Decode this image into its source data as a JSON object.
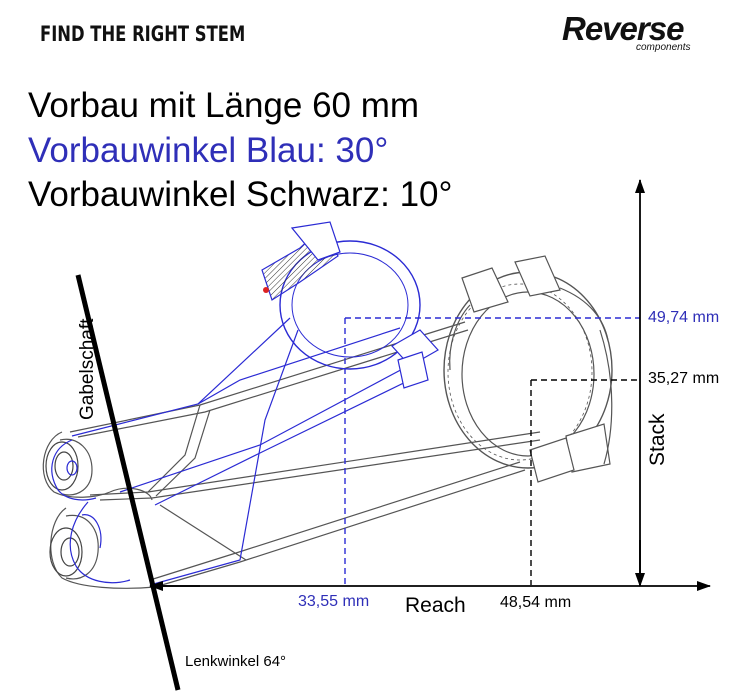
{
  "header": {
    "title": "FIND THE RIGHT STEM",
    "logo_word": "Reverse",
    "logo_sub": "components"
  },
  "headline": {
    "line1": "Vorbau mit Länge 60 mm",
    "line2": "Vorbauwinkel Blau: 30°",
    "line3": "Vorbauwinkel Schwarz: 10°"
  },
  "measurements": {
    "blue_stack": "49,74 mm",
    "black_stack": "35,27 mm",
    "blue_reach": "33,55 mm",
    "black_reach": "48,54 mm"
  },
  "labels": {
    "reach": "Reach",
    "stack": "Stack",
    "gabelschaft": "Gabelschaft",
    "lenkwinkel": "Lenkwinkel 64°"
  },
  "colors": {
    "blue_stem": "#2b2bd4",
    "black_stem": "#555555",
    "text_blue": "#2f2fb8",
    "line_black": "#000000"
  }
}
